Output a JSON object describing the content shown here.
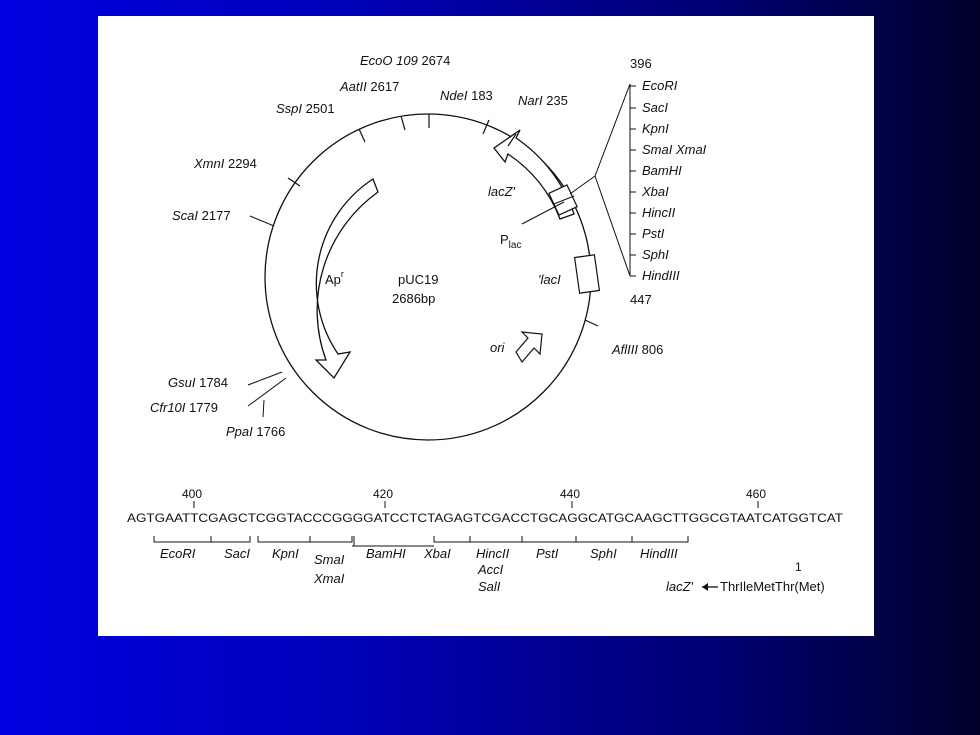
{
  "plasmid": {
    "name": "pUC19",
    "size": "2686bp",
    "features": {
      "ampr": "Ap",
      "ampr_sup": "r",
      "lacz": "lacZ'",
      "plac": "P",
      "plac_sub": "lac",
      "laci": "'lacI",
      "ori": "ori"
    },
    "sites": [
      {
        "enzyme": "EcoO 109",
        "pos": "2674"
      },
      {
        "enzyme": "AatII",
        "pos": "2617"
      },
      {
        "enzyme": "NdeI",
        "pos": "183"
      },
      {
        "enzyme": "NarI",
        "pos": "235"
      },
      {
        "enzyme": "SspI",
        "pos": "2501"
      },
      {
        "enzyme": "XmnI",
        "pos": "2294"
      },
      {
        "enzyme": "ScaI",
        "pos": "2177"
      },
      {
        "enzyme": "GsuI",
        "pos": "1784"
      },
      {
        "enzyme": "Cfr10I",
        "pos": "1779"
      },
      {
        "enzyme": "PpaI",
        "pos": "1766"
      },
      {
        "enzyme": "AflIII",
        "pos": "806"
      }
    ],
    "mcs": {
      "start": "396",
      "end": "447",
      "enzymes": [
        "EcoRI",
        "SacI",
        "KpnI",
        "SmaI XmaI",
        "BamHI",
        "XbaI",
        "HincII",
        "PstI",
        "SphI",
        "HindIII"
      ]
    }
  },
  "sequence": {
    "ticks": [
      "400",
      "420",
      "440",
      "460"
    ],
    "text": "AGTGAATTCGAGCTCGGTACCCGGGGATCCTCTAGAGTCGACCTGCAGGCATGCAAGCTTGGCGTAATCATGGTCAT",
    "enzymes": [
      "EcoRI",
      "SacI",
      "KpnI",
      "SmaI",
      "XmaI",
      "BamHI",
      "XbaI",
      "HincII",
      "AccI",
      "SalI",
      "PstI",
      "SphI",
      "HindIII"
    ],
    "frame_number": "1",
    "lacz_label": "lacZ'",
    "translation": "ThrIleMetThr(Met)"
  }
}
